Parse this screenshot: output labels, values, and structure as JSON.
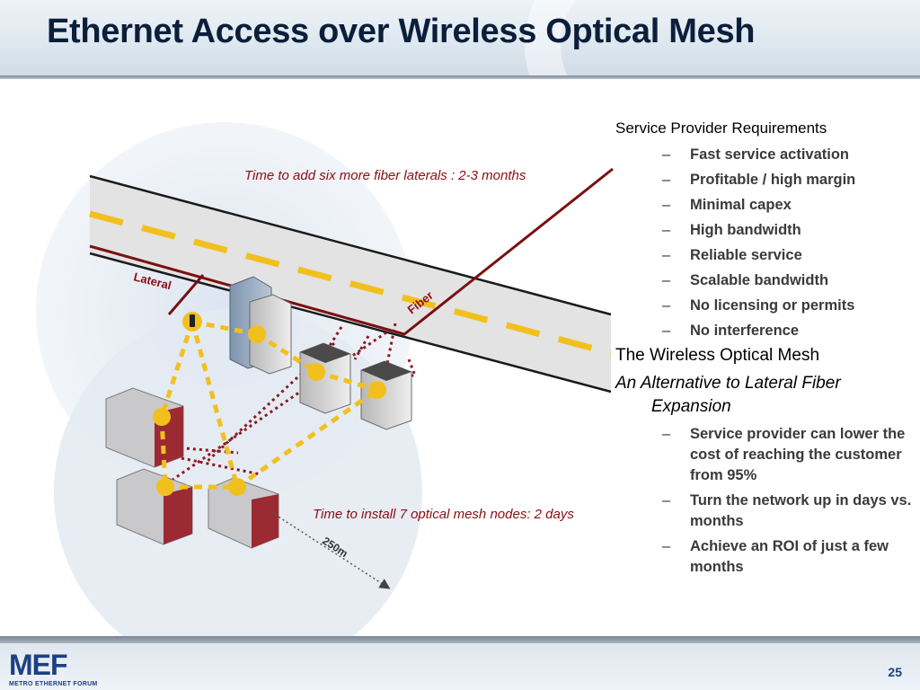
{
  "slide": {
    "title": "Ethernet Access over Wireless Optical Mesh",
    "page_number": "25"
  },
  "diagram": {
    "fiber_note": "Time to add six more fiber laterals : 2-3 months",
    "mesh_note": "Time to install 7 optical mesh nodes: 2 days",
    "label_lateral": "Lateral",
    "label_fiber": "Fiber",
    "label_distance": "250m",
    "colors": {
      "fiber": "#7a0f12",
      "mesh_link": "#f2c01e",
      "note_text": "#8b0e12",
      "road_dash": "#f2c01e"
    }
  },
  "requirements": {
    "heading": "Service Provider Requirements",
    "items": [
      "Fast service activation",
      "Profitable / high margin",
      "Minimal capex",
      "High bandwidth",
      "Reliable service",
      "Scalable bandwidth",
      "No licensing or permits",
      "No interference"
    ],
    "mesh_heading": "The Wireless Optical Mesh",
    "alt_heading": "An Alternative to Lateral Fiber Expansion",
    "benefits": [
      "Service provider can lower the cost of reaching the customer from 95%",
      "Turn the network up in days vs. months",
      "Achieve an ROI of just a few months"
    ]
  },
  "footer": {
    "logo": "MEF",
    "logo_tagline": "METRO ETHERNET FORUM"
  }
}
